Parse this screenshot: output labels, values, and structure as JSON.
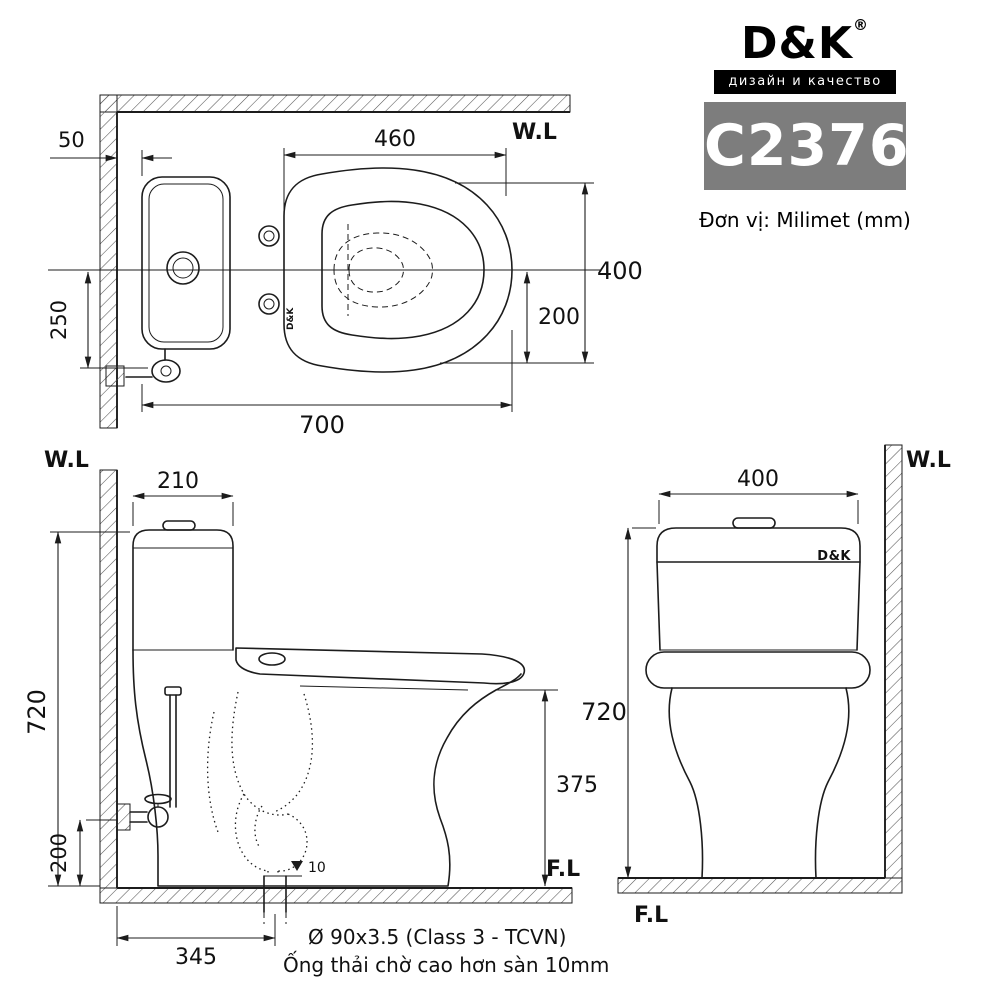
{
  "canvas": {
    "bg": "#ffffff",
    "line_color": "#1c1c1c"
  },
  "brand": {
    "logo": "D&K",
    "registered_mark": "®",
    "tagline": "дизайн и качество",
    "model_code": "C2376",
    "unit_note": "Đơn vị: Milimet  (mm)",
    "badge_bg": "#7d7d7d",
    "tagline_bg": "#000000"
  },
  "labels": {
    "wall_line": "W.L",
    "floor_line": "F.L"
  },
  "top_view": {
    "dims": {
      "wall_gap": "50",
      "seat_width": "460",
      "bowl_width": "400",
      "center_to_edge": "200",
      "supply_offset": "250",
      "total_depth": "700"
    },
    "seat_brand_mark": "D&K"
  },
  "side_view": {
    "dims": {
      "tank_depth": "210",
      "total_height": "720",
      "rim_height": "375",
      "supply_height": "200",
      "outlet_setout": "345",
      "outlet_rise": "10"
    },
    "notes": {
      "pipe_spec": "Ø 90x3.5 (Class 3 - TCVN)",
      "outlet_note": "Ống thải chờ cao hơn sàn 10mm"
    }
  },
  "front_view": {
    "dims": {
      "width": "400",
      "height": "720"
    },
    "tank_brand_mark": "D&K"
  }
}
